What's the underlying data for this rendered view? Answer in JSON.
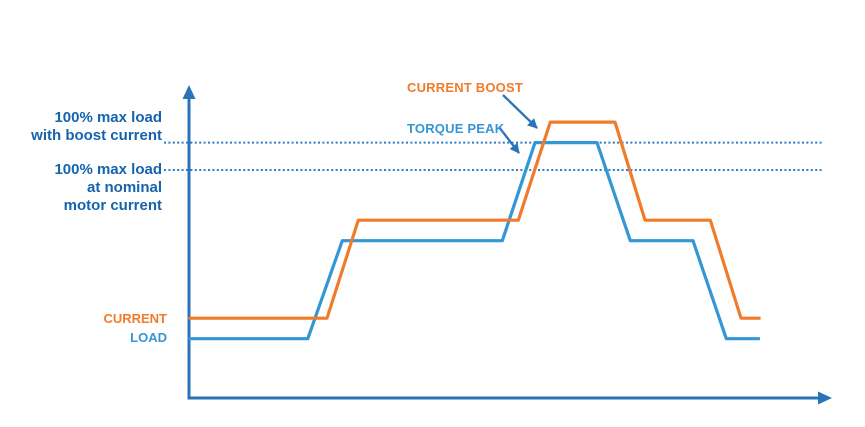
{
  "chart_data": {
    "type": "line",
    "title": "",
    "xlabel": "",
    "ylabel": "",
    "x_unit_pct_of_axis": [
      0,
      100
    ],
    "y_unit": "percent of 100% max load at nominal motor current",
    "ylim_pct": [
      0,
      137
    ],
    "grid": false,
    "legend_position": "inline-left-of-curve-start",
    "series": [
      {
        "name": "CURRENT",
        "color": "#F07C2B",
        "points": [
          [
            0,
            35
          ],
          [
            21.4,
            35
          ],
          [
            26.3,
            78
          ],
          [
            51.3,
            78
          ],
          [
            56.3,
            121
          ],
          [
            66.4,
            121
          ],
          [
            71.1,
            78
          ],
          [
            81.3,
            78
          ],
          [
            86.1,
            35
          ],
          [
            88.9,
            35
          ]
        ]
      },
      {
        "name": "LOAD",
        "color": "#3396D5",
        "points": [
          [
            0,
            26
          ],
          [
            18.4,
            26
          ],
          [
            23.8,
            69
          ],
          [
            48.8,
            69
          ],
          [
            53.9,
            112
          ],
          [
            63.6,
            112
          ],
          [
            68.8,
            69
          ],
          [
            78.6,
            69
          ],
          [
            83.8,
            26
          ],
          [
            88.8,
            26
          ]
        ]
      }
    ],
    "reference_lines": [
      {
        "label": "100% max load\nwith boost current",
        "y": 112,
        "style": "dotted",
        "color": "#2E7CC3"
      },
      {
        "label": "100% max load\nat nominal\nmotor current",
        "y": 100,
        "style": "dotted",
        "color": "#2E7CC3"
      }
    ],
    "annotations": [
      {
        "label": "CURRENT BOOST",
        "color": "#F07C2B",
        "target": "peak plateau of CURRENT curve"
      },
      {
        "label": "TORQUE PEAK",
        "color": "#3396D5",
        "target": "peak plateau of LOAD curve"
      }
    ]
  },
  "colors": {
    "axis": "#2B73B8",
    "annotation_arrow": "#2B73B8",
    "reference_label_text": "#1663AE",
    "background": "#FFFFFF"
  }
}
